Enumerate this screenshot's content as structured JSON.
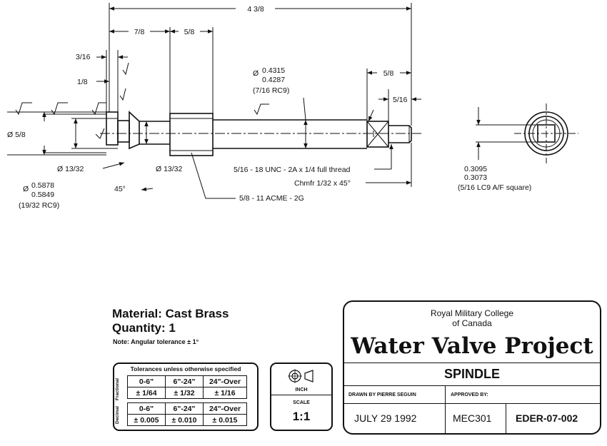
{
  "dimensions": {
    "overall_length": "4 3/8",
    "len_7_8": "7/8",
    "len_5_8": "5/8",
    "len_3_16": "3/16",
    "len_1_8": "1/8",
    "dia_label_a": "Ø",
    "dia_4315": "0.4315",
    "dia_4287": "0.4287",
    "fit_7_16": "(7/16 RC9)",
    "len_5_8_right": "5/8",
    "len_5_16": "5/16",
    "dia_5_8": "Ø 5/8",
    "dia_13_32_a": "Ø 13/32",
    "dia_13_32_b": "Ø 13/32",
    "dia_label_b": "Ø",
    "dia_5878": "0.5878",
    "dia_5849": "0.5849",
    "fit_19_32": "(19/32 RC9)",
    "angle_45": "45°",
    "thread_note": "5/16 - 18 UNC - 2A x 1/4 full thread",
    "chamfer_note": "Chmfr 1/32 x 45°",
    "acme_note": "5/8 - 11 ACME - 2G",
    "sq_3095": "0.3095",
    "sq_3073": "0.3073",
    "sq_fit": "(5/16 LC9 A/F square)"
  },
  "material": {
    "material_line": "Material: Cast Brass",
    "quantity_line": "Quantity: 1",
    "note": "Note: Angular tolerance ± 1°"
  },
  "tolerances": {
    "title": "Tolerances unless otherwise specified",
    "fractional_label": "Fractional",
    "decimal_label": "Decimal",
    "fractional_headers": [
      "0-6\"",
      "6\"-24\"",
      "24\"-Over"
    ],
    "fractional_values": [
      "± 1/64",
      "± 1/32",
      "± 1/16"
    ],
    "decimal_headers": [
      "0-6\"",
      "6\"-24\"",
      "24\"-Over"
    ],
    "decimal_values": [
      "± 0.005",
      "± 0.010",
      "± 0.015"
    ]
  },
  "scale_box": {
    "units": "INCH",
    "scale_label": "SCALE",
    "scale_value": "1:1"
  },
  "title_block": {
    "institution_line1": "Royal Military College",
    "institution_line2": "of Canada",
    "project": "Water Valve Project",
    "part_name": "SPINDLE",
    "drawn_by": "DRAWN BY PIERRE SEGUIN",
    "approved_by": "APPROVED BY:",
    "date": "JULY 29 1992",
    "course": "MEC301",
    "drawing_number": "EDER-07-002"
  }
}
